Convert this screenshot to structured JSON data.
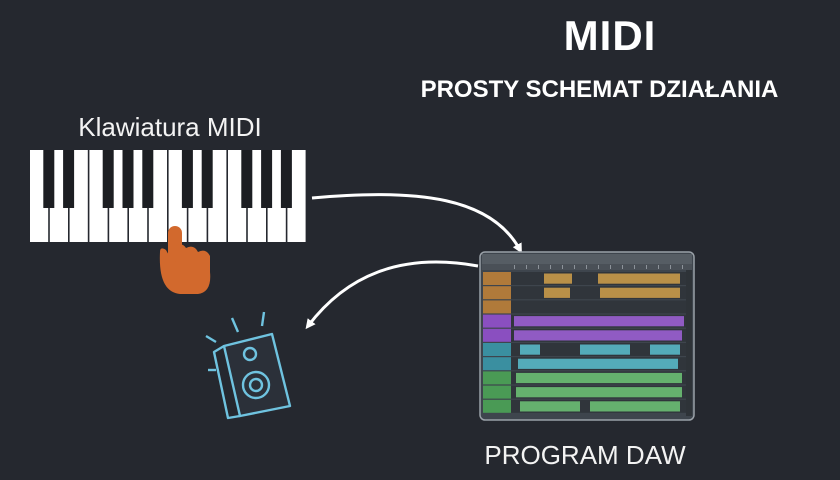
{
  "title": "MIDI",
  "subtitle": "PROSTY SCHEMAT DZIAŁANIA",
  "keyboard": {
    "label": "Klawiatura MIDI"
  },
  "daw": {
    "label": "PROGRAM DAW"
  },
  "colors": {
    "background": "#25282f",
    "hand": "#d2692d",
    "speaker": "#6fc3e0",
    "arrow": "#ffffff"
  }
}
